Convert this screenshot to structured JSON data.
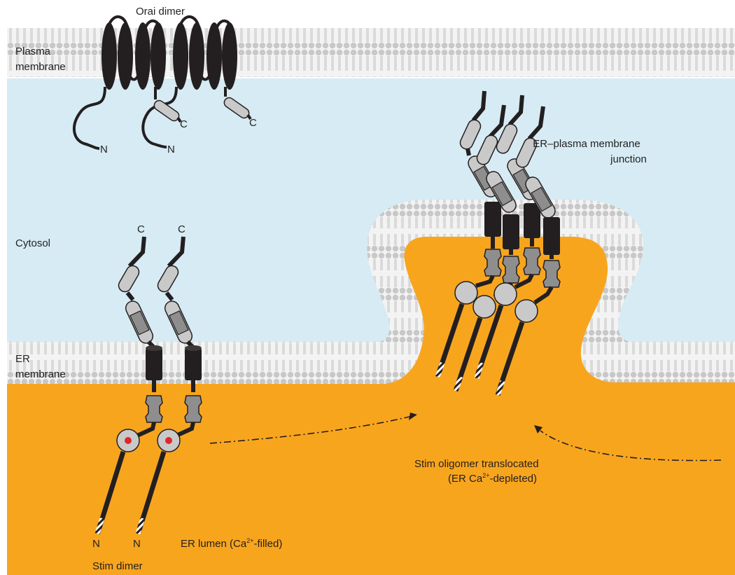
{
  "labels": {
    "orai_dimer": "Orai dimer",
    "plasma_membrane_1": "Plasma",
    "plasma_membrane_2": "membrane",
    "cytosol": "Cytosol",
    "er_membrane_1": "ER",
    "er_membrane_2": "membrane",
    "junction_1": "ER–plasma membrane",
    "junction_2": "junction",
    "stim_translocated_1": "Stim oligomer translocated",
    "stim_translocated_2a": "(ER Ca",
    "stim_translocated_sup": "2+",
    "stim_translocated_2b": "-depleted)",
    "er_lumen_a": "ER lumen (Ca",
    "er_lumen_sup": "2+",
    "er_lumen_b": "-filled)",
    "stim_dimer": "Stim dimer",
    "terminal_n": "N",
    "terminal_c": "C"
  },
  "colors": {
    "cytosol": "#d6ebf4",
    "er_lumen": "#f8a51e",
    "membrane_head": "#cfcfcf",
    "membrane_bg": "#f2f2f2",
    "protein_dark": "#231f20",
    "protein_light": "#c9c9c9",
    "protein_mid": "#8e8e8e",
    "calcium": "#e3252b"
  }
}
